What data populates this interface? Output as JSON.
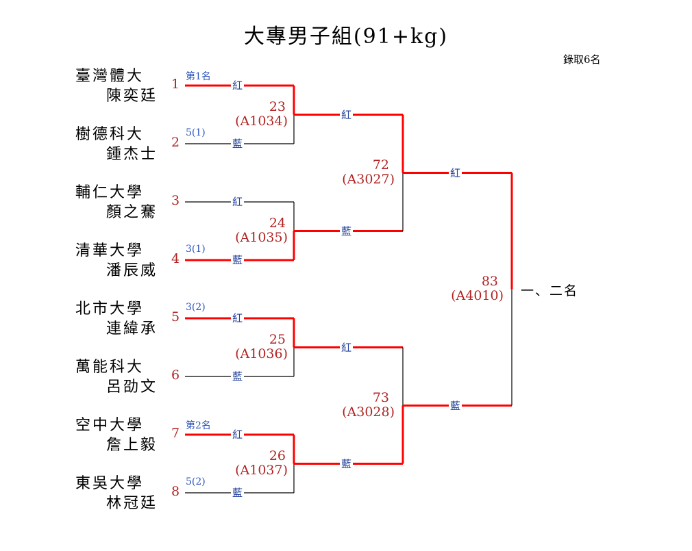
{
  "title": "大專男子組(91+kg)",
  "quota": "錄取6名",
  "colors": {
    "winner_line": "#ff0000",
    "loser_line": "#000000",
    "seed_text": "#b22222",
    "corner_text": "#1f3f99",
    "rank_text": "#2a52be"
  },
  "corner_labels": {
    "red": "紅",
    "blue": "藍"
  },
  "entrants": [
    {
      "seed": "1",
      "school": "臺灣體大",
      "player": "陳奕廷",
      "rank": "第1名"
    },
    {
      "seed": "2",
      "school": "樹德科大",
      "player": "鍾杰士",
      "rank": "5(1)"
    },
    {
      "seed": "3",
      "school": "輔仁大學",
      "player": "顏之騫",
      "rank": ""
    },
    {
      "seed": "4",
      "school": "清華大學",
      "player": "潘辰威",
      "rank": "3(1)"
    },
    {
      "seed": "5",
      "school": "北市大學",
      "player": "連緯承",
      "rank": "3(2)"
    },
    {
      "seed": "6",
      "school": "萬能科大",
      "player": "呂劭文",
      "rank": ""
    },
    {
      "seed": "7",
      "school": "空中大學",
      "player": "詹上毅",
      "rank": "第2名"
    },
    {
      "seed": "8",
      "school": "東吳大學",
      "player": "林冠廷",
      "rank": "5(2)"
    }
  ],
  "matches": [
    {
      "number": "23",
      "code": "(A1034)",
      "round": 1,
      "winner": "red"
    },
    {
      "number": "24",
      "code": "(A1035)",
      "round": 1,
      "winner": "blue"
    },
    {
      "number": "25",
      "code": "(A1036)",
      "round": 1,
      "winner": "red"
    },
    {
      "number": "26",
      "code": "(A1037)",
      "round": 1,
      "winner": "red"
    },
    {
      "number": "72",
      "code": "(A3027)",
      "round": 2,
      "winner": "red"
    },
    {
      "number": "73",
      "code": "(A3028)",
      "round": 2,
      "winner": "blue"
    },
    {
      "number": "83",
      "code": "(A4010)",
      "round": 3,
      "winner": "red"
    }
  ],
  "final_label": "一、二名"
}
